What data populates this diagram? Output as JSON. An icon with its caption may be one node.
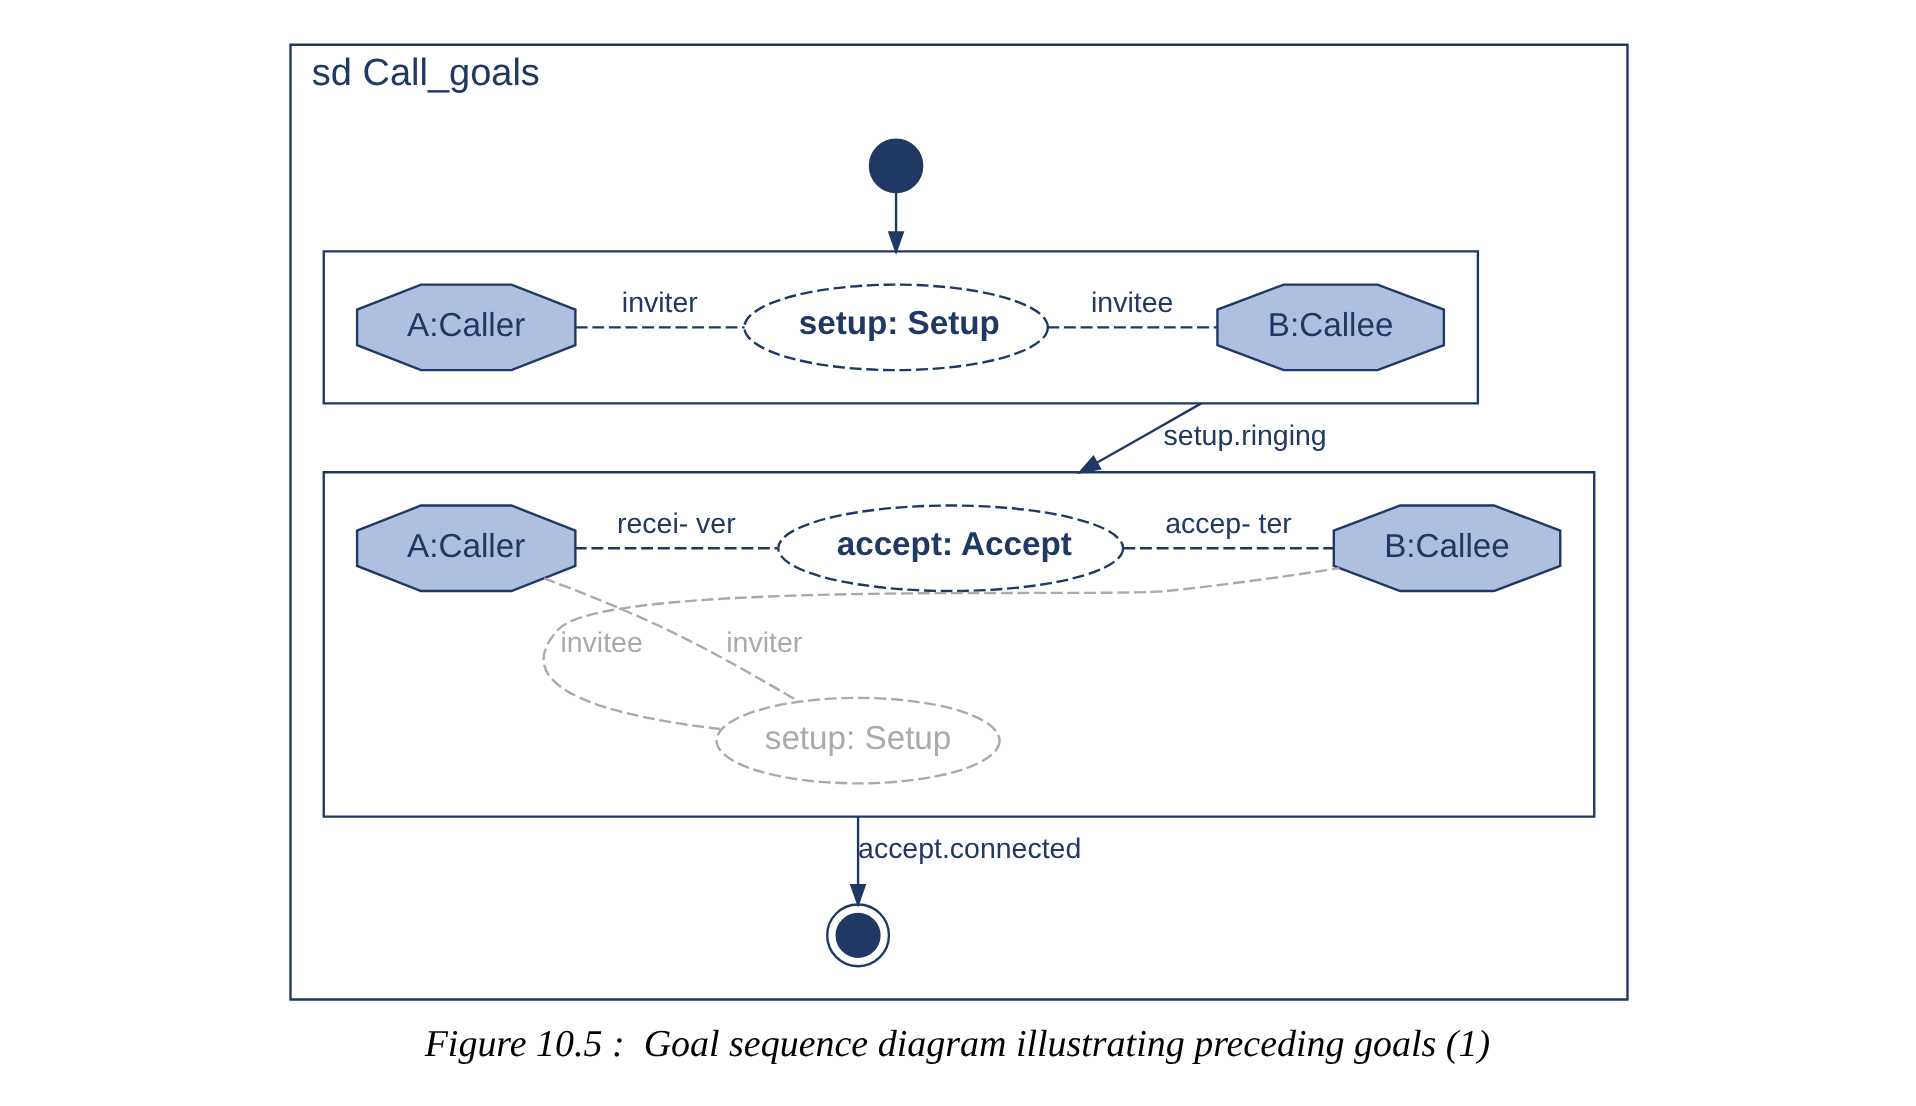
{
  "diagram": {
    "caption": "Figure 10.5 :  Goal sequence diagram illustrating preceding goals (1)",
    "nodes": [
      {
        "text": [
          "sd Call_goals"
        ]
      },
      {
        "text": [],
        "shape": "circle",
        "in": 0
      },
      {
        "text": [],
        "shape": "box",
        "in": 0
      },
      {
        "text": [
          "A:Caller"
        ],
        "in": 2
      },
      {
        "text": [
          "setup: Setup"
        ],
        "in": 2
      },
      {
        "text": [
          "B:Callee"
        ],
        "in": 2
      },
      {
        "text": [],
        "shape": "box",
        "in": 0
      },
      {
        "text": [
          "A:Caller"
        ],
        "in": 6
      },
      {
        "text": [
          "accept: Accept"
        ],
        "in": 6
      },
      {
        "text": [
          "B:Callee"
        ],
        "in": 6
      },
      {
        "text": [
          "setup: Setup"
        ],
        "in": 6
      },
      {
        "text": [],
        "shape": "circle",
        "in": 0
      }
    ],
    "edges": [
      {
        "from": 1,
        "to": 2,
        "arrow": "to"
      },
      {
        "from": 3,
        "to": 4,
        "arrow": "none",
        "label": "inviter",
        "style": "dashed"
      },
      {
        "from": 4,
        "to": 5,
        "arrow": "none",
        "label": "invitee",
        "style": "dashed"
      },
      {
        "from": 2,
        "to": 6,
        "arrow": "to",
        "label": "setup.ringing"
      },
      {
        "from": 7,
        "to": 8,
        "arrow": "none",
        "label": "recei- ver",
        "style": "dashed"
      },
      {
        "from": 8,
        "to": 9,
        "arrow": "none",
        "label": "accep- ter",
        "style": "dashed"
      },
      {
        "from": 7,
        "to": 10,
        "arrow": "none",
        "label": "inviter",
        "style": "dashed",
        "color": "#aaaaaa"
      },
      {
        "from": 10,
        "to": 9,
        "arrow": "none",
        "label": "invitee",
        "style": "dashed",
        "color": "#aaaaaa"
      },
      {
        "from": 6,
        "to": 11,
        "arrow": "to",
        "label": "accept.connected"
      }
    ]
  }
}
